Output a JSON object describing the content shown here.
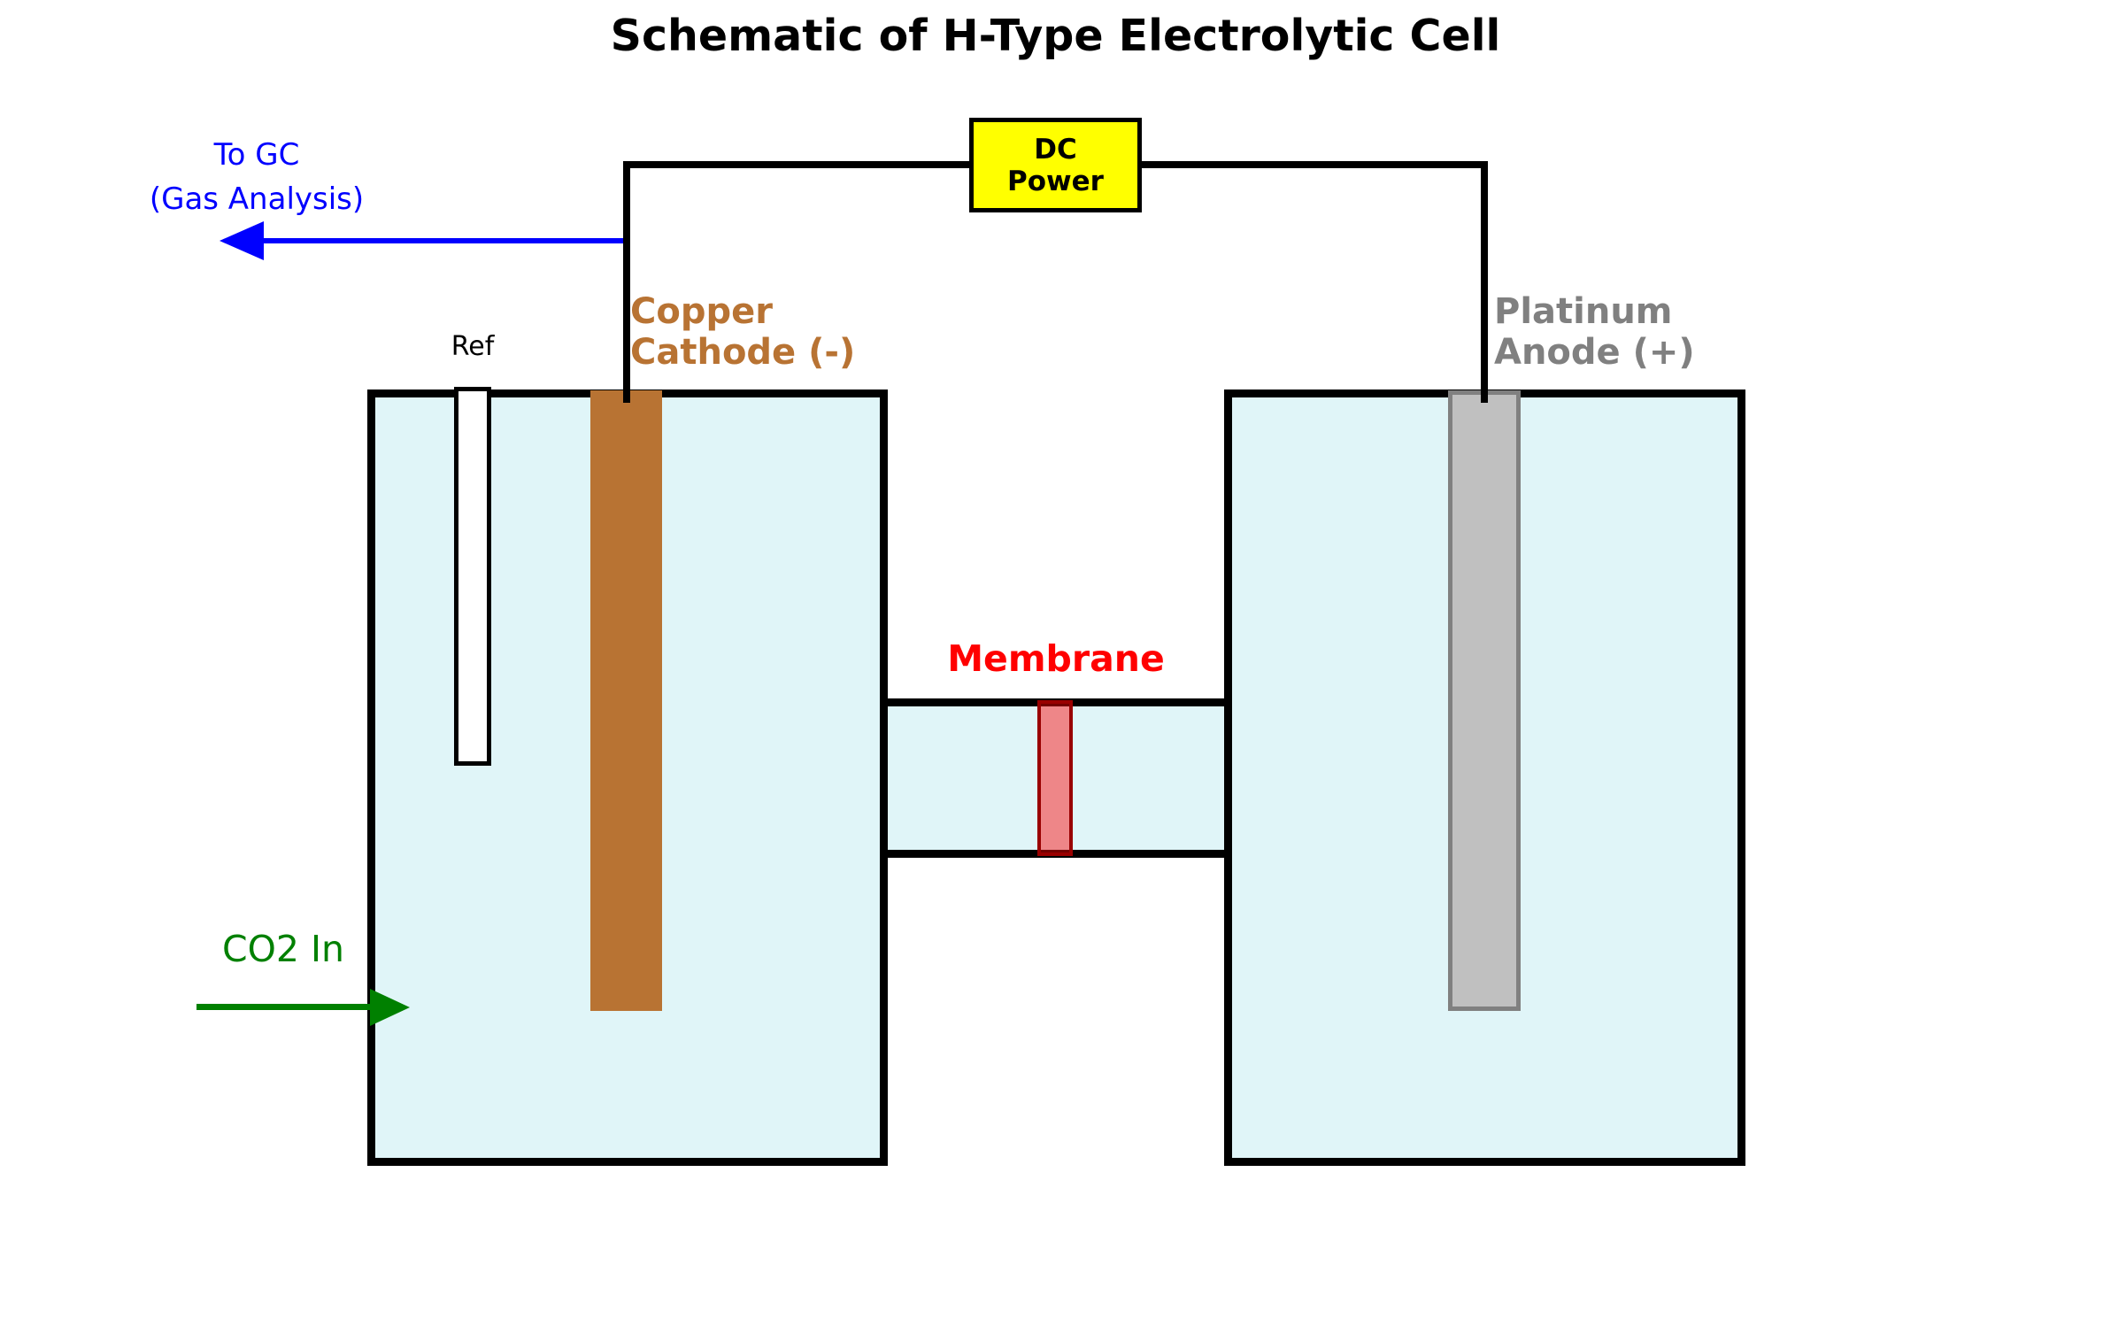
{
  "diagram": {
    "title": "Schematic of H-Type Electrolytic Cell",
    "power_supply": {
      "label_line1": "DC",
      "label_line2": "Power"
    },
    "gas_outlet": {
      "label_line1": "To GC",
      "label_line2": "(Gas Analysis)"
    },
    "gas_inlet": {
      "label": "CO2 In"
    },
    "cathode": {
      "label_line1": "Copper",
      "label_line2": "Cathode (-)"
    },
    "anode": {
      "label_line1": "Platinum",
      "label_line2": "Anode (+)"
    },
    "reference_electrode": {
      "label": "Ref"
    },
    "membrane": {
      "label": "Membrane"
    }
  },
  "colors": {
    "copper": "#b87333",
    "platinum_fill": "#c0c0c0",
    "platinum_border": "#808080",
    "electrolyte": "#e0f5f8",
    "membrane_fill": "rgba(255,0,0,0.45)",
    "membrane_border": "#990000",
    "membrane_label": "#ff0000",
    "wire": "#000000",
    "gc_arrow": "#0000ff",
    "co2_arrow": "#008000",
    "dc_box_fill": "#ffff00",
    "vessel_border": "#000000"
  }
}
